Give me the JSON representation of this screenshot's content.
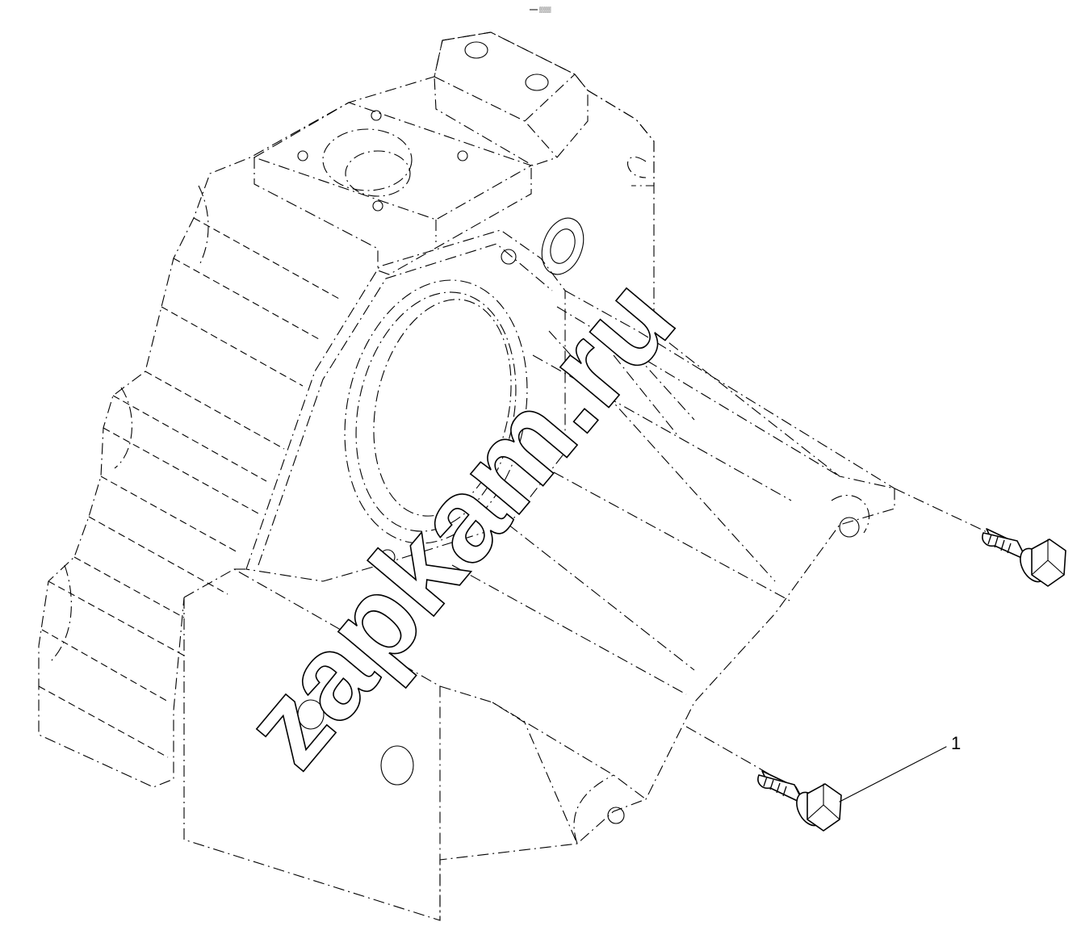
{
  "header": {
    "code": "══ ▒▒▒"
  },
  "callouts": [
    {
      "number": "1"
    }
  ],
  "watermark": {
    "text": "zapkam.ru"
  },
  "parts": [
    {
      "name": "housing",
      "kind": "flywheel housing casting"
    },
    {
      "name": "bolt",
      "kind": "flange hex bolt",
      "quantity_shown": 2
    }
  ]
}
